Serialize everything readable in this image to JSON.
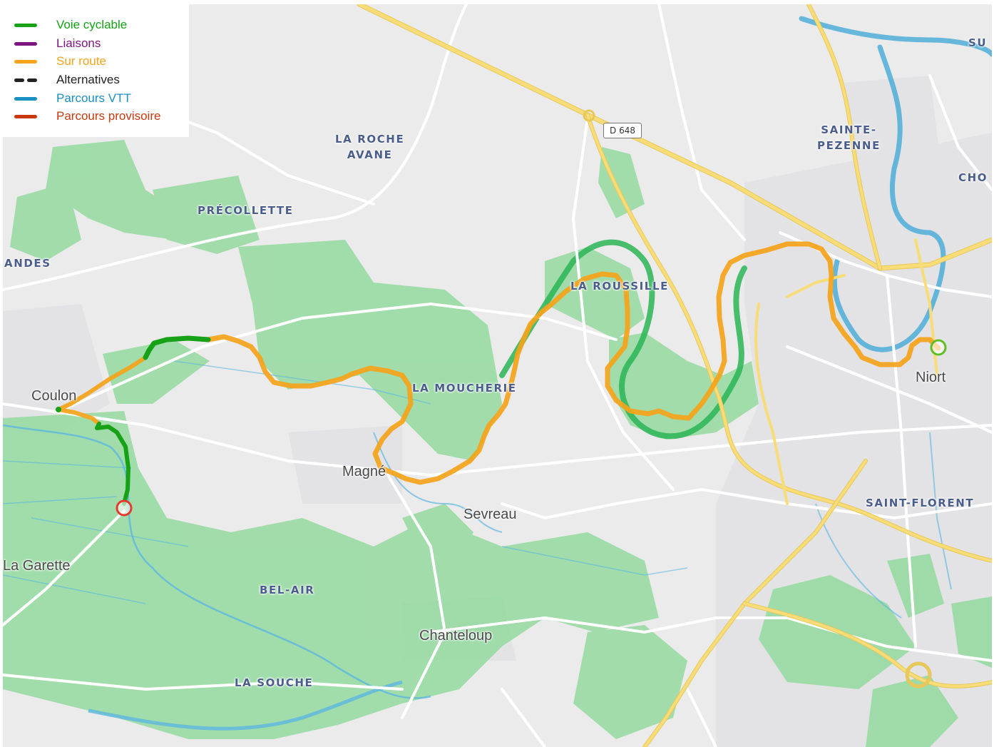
{
  "legend": [
    {
      "label": "Voie cyclable",
      "color": "#16a116",
      "style": "solid"
    },
    {
      "label": "Liaisons",
      "color": "#7b1681",
      "style": "solid"
    },
    {
      "label": "Sur route",
      "color": "#f5a31a",
      "style": "solid"
    },
    {
      "label": "Alternatives",
      "color": "#222222",
      "style": "dashed"
    },
    {
      "label": "Parcours VTT",
      "color": "#1a8fc4",
      "style": "solid"
    },
    {
      "label": "Parcours provisoire",
      "color": "#c9380e",
      "style": "solid"
    }
  ],
  "places": {
    "la_roche_avane": "LA ROCHE\nAVANE",
    "precollette": "PRÉCOLLETTE",
    "andes": "ANDES",
    "la_roussille": "LA ROUSSILLE",
    "la_moucherie": "LA MOUCHERIE",
    "sainte_pezenne": "SAINTE-\nPEZENNE",
    "saint_florent": "SAINT-FLORENT",
    "bel_air": "BEL-AIR",
    "la_souche": "LA SOUCHE",
    "su": "SU",
    "cho": "CHO"
  },
  "towns": {
    "coulon": "Coulon",
    "niort": "Niort",
    "magne": "Magné",
    "sevreau": "Sevreau",
    "la_garette": "La Garette",
    "chanteloup": "Chanteloup"
  },
  "road_label": "D 648",
  "colors": {
    "map_background": "#ebebeb",
    "forest": "#8fd99b",
    "water": "#5cb7e0",
    "river_green": "#2bb556",
    "road_major": "#f7dc78",
    "road_minor": "#ffffff",
    "route_onroad": "#f5a31a",
    "route_cycleway": "#16a116",
    "start_marker": "#5fbf22",
    "end_marker": "#e53b2e"
  }
}
